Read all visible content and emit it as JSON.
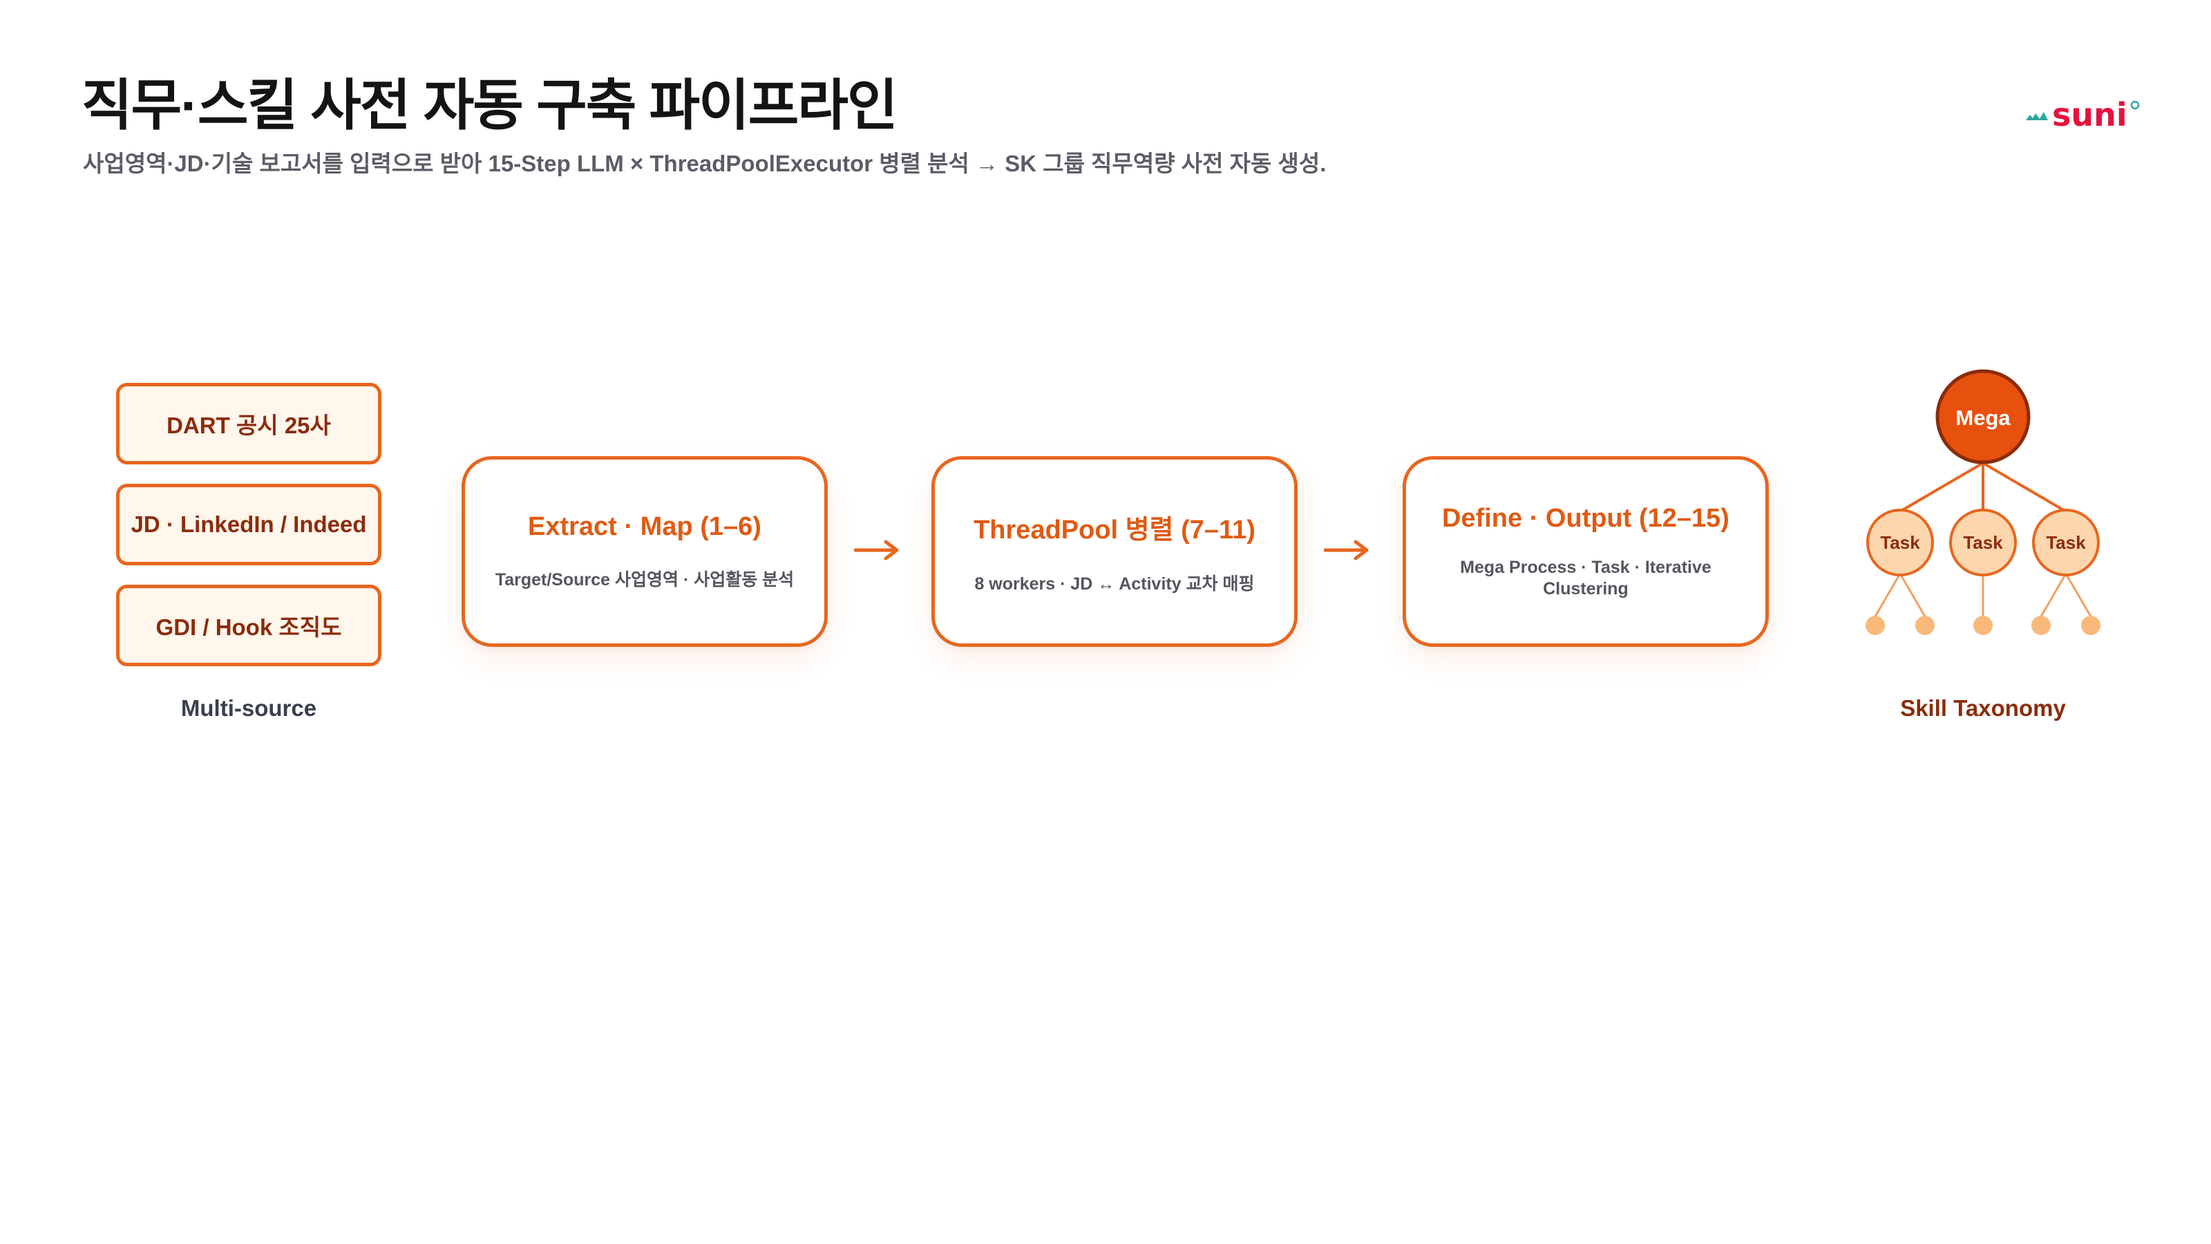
{
  "header": {
    "title": "직무·스킬 사전 자동 구축 파이프라인",
    "subtitle": "사업영역·JD·기술 보고서를 입력으로 받아 15-Step LLM × ThreadPoolExecutor 병렬 분석 → SK 그룹 직무역량 사전 자동 생성."
  },
  "logo": {
    "text": "suni",
    "icon": "mountain-wave-icon"
  },
  "sources": {
    "items": [
      "DART 공시 25사",
      "JD · LinkedIn / Indeed",
      "GDI / Hook 조직도"
    ],
    "label": "Multi-source"
  },
  "stages": [
    {
      "title": "Extract · Map (1–6)",
      "desc": "Target/Source 사업영역 · 사업활동 분석"
    },
    {
      "title": "ThreadPool 병렬 (7–11)",
      "desc": "8 workers · JD ↔ Activity 교차 매핑"
    },
    {
      "title": "Define · Output (12–15)",
      "desc": "Mega Process · Task · Iterative Clustering"
    }
  ],
  "taxonomy": {
    "root": "Mega",
    "children": [
      "Task",
      "Task",
      "Task"
    ],
    "label": "Skill Taxonomy"
  },
  "colors": {
    "accent": "#e8661e",
    "accent_dark": "#8a2c0c",
    "node_fill": "#fdd6ad",
    "leaf_fill": "#f9b97a",
    "root_fill": "#e8500e",
    "logo_red": "#e5123d",
    "logo_teal": "#2fa6a0"
  }
}
